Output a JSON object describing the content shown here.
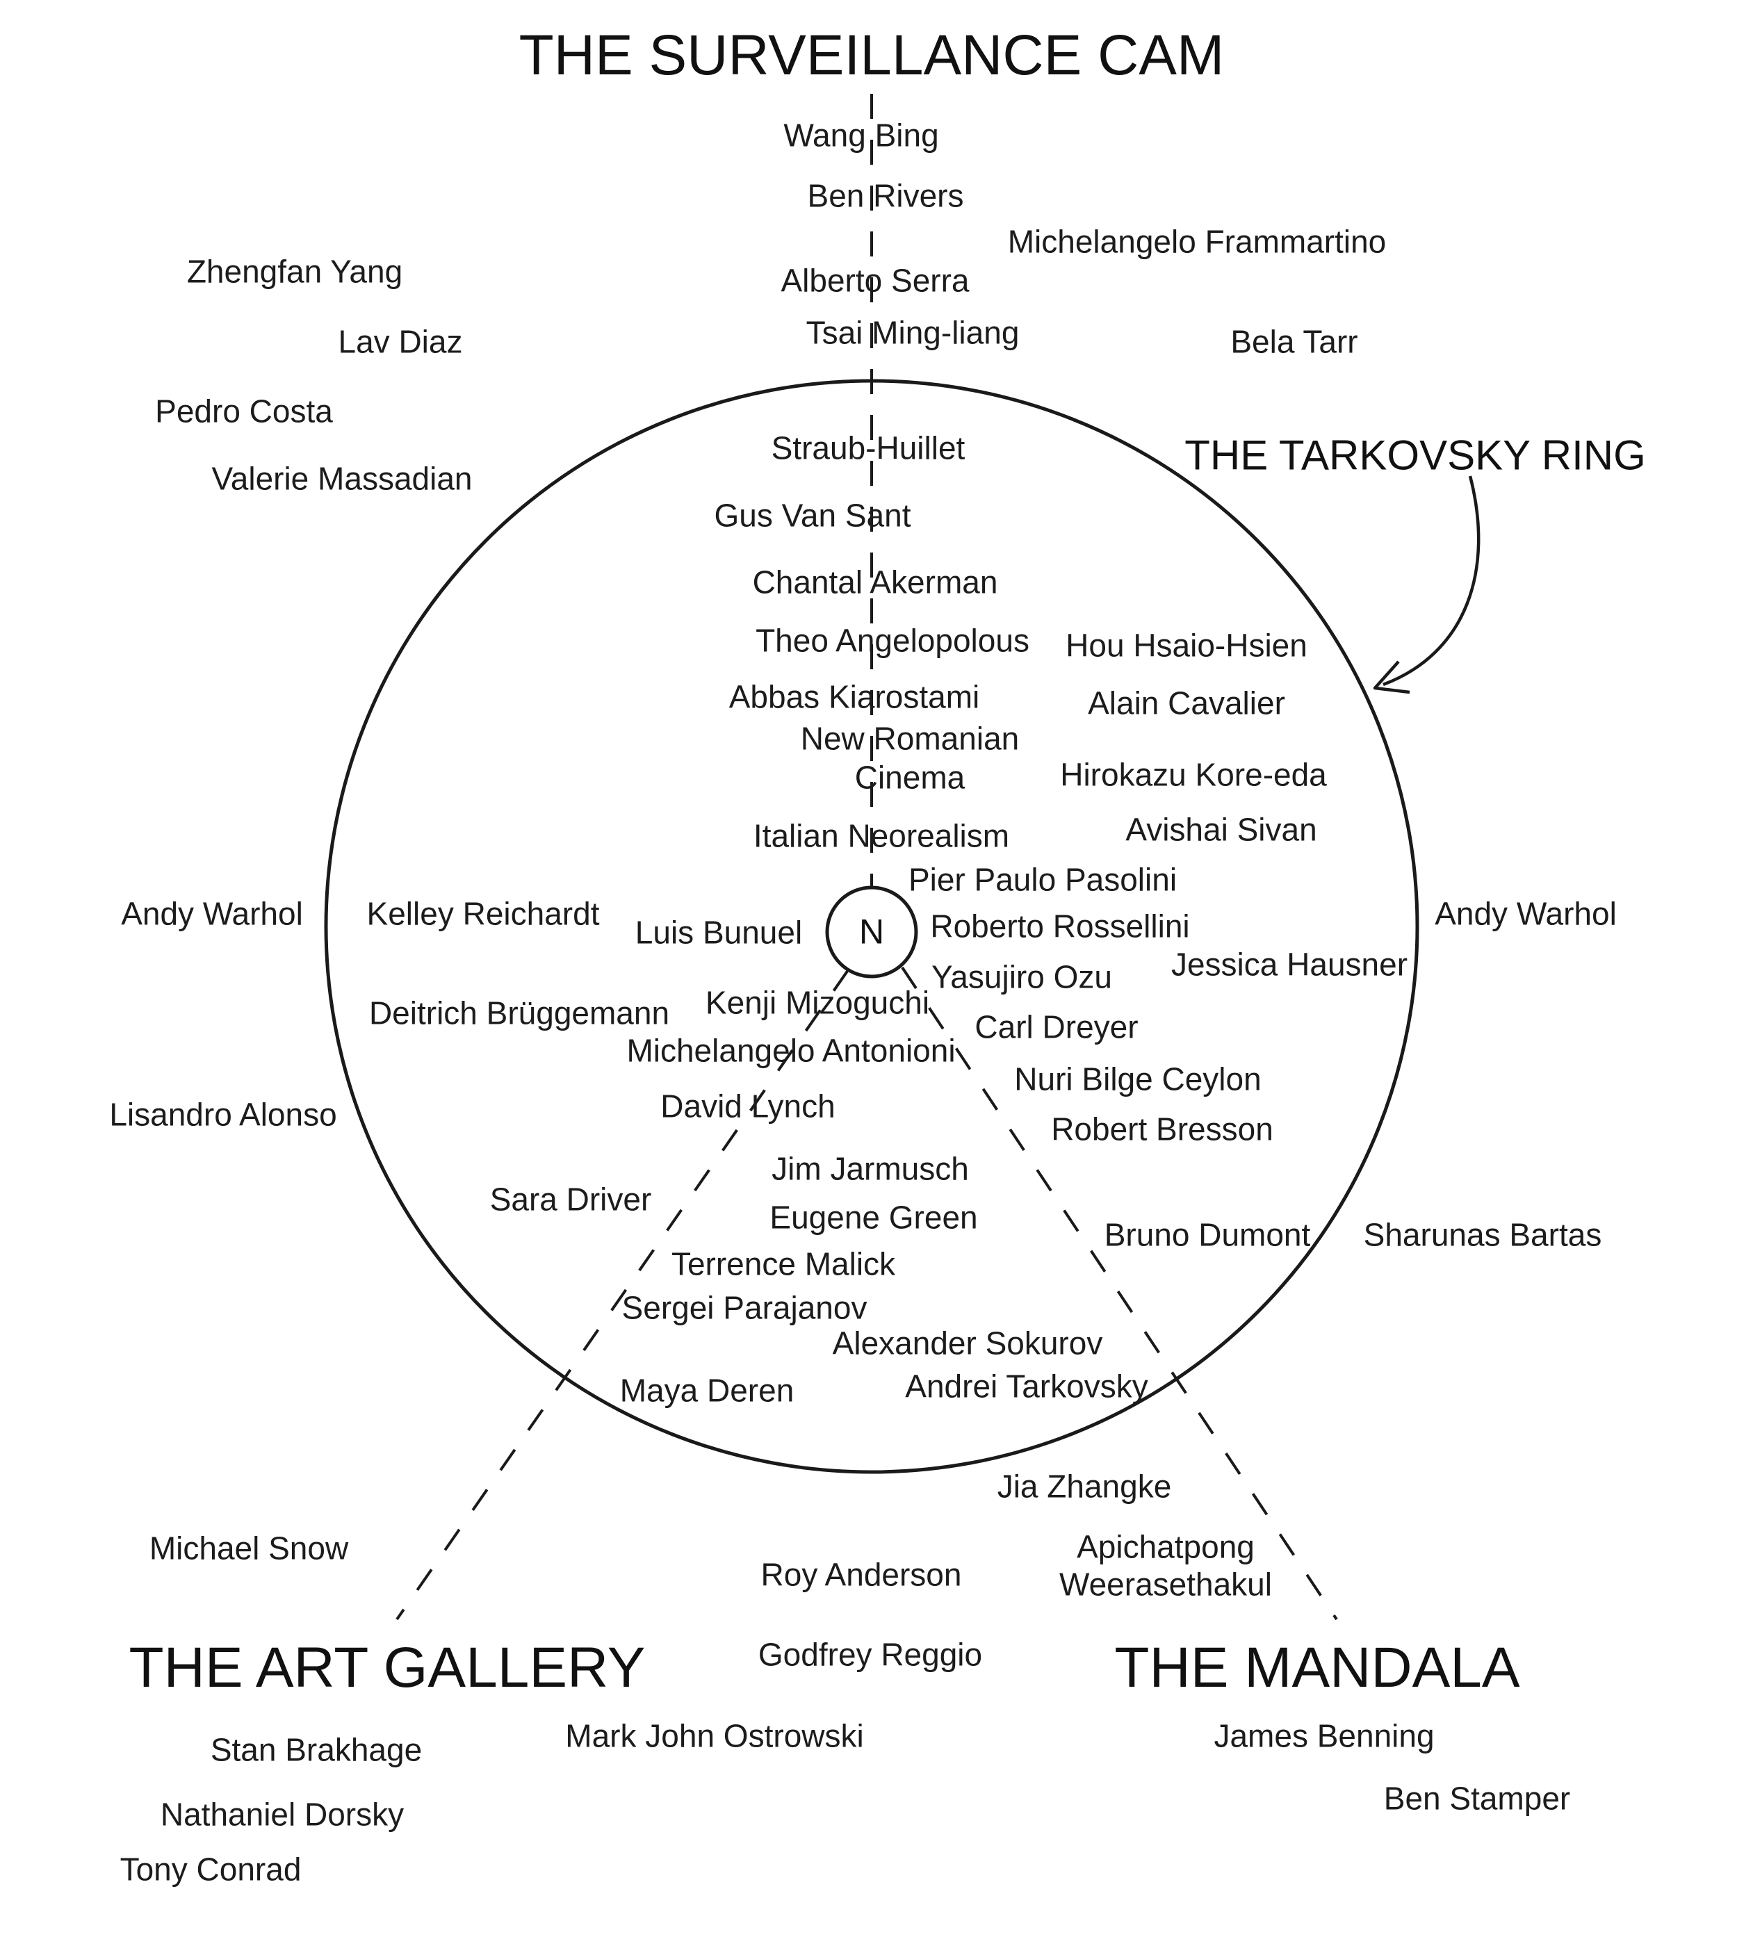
{
  "headings": {
    "surveillance": "THE SURVEILLANCE CAM",
    "tarkovsky": "THE TARKOVSKY RING",
    "art_gallery": "THE ART GALLERY",
    "mandala": "THE MANDALA"
  },
  "center_label": "N",
  "names": [
    "Wang Bing",
    "Ben Rivers",
    "Michelangelo Frammartino",
    "Zhengfan Yang",
    "Alberto Serra",
    "Tsai Ming-liang",
    "Lav Diaz",
    "Bela Tarr",
    "Pedro Costa",
    "Valerie Massadian",
    "Straub-Huillet",
    "Gus Van Sant",
    "Chantal Akerman",
    "Theo Angelopolous",
    "Hou Hsaio-Hsien",
    "Abbas Kiarostami",
    "Alain Cavalier",
    "New Romanian",
    "Cinema",
    "Hirokazu Kore-eda",
    "Italian Neorealism",
    "Avishai Sivan",
    "Pier Paulo Pasolini",
    "Andy Warhol",
    "Kelley Reichardt",
    "Luis Bunuel",
    "Roberto Rossellini",
    "Andy Warhol",
    "Jessica Hausner",
    "Yasujiro Ozu",
    "Deitrich Brüggemann",
    "Kenji Mizoguchi",
    "Carl Dreyer",
    "Michelangelo Antonioni",
    "Nuri Bilge Ceylon",
    "Lisandro Alonso",
    "David Lynch",
    "Robert Bresson",
    "Jim Jarmusch",
    "Sara Driver",
    "Eugene Green",
    "Bruno Dumont",
    "Sharunas Bartas",
    "Terrence Malick",
    "Sergei Parajanov",
    "Alexander Sokurov",
    "Maya Deren",
    "Andrei Tarkovsky",
    "Jia Zhangke",
    "Michael Snow",
    "Apichatpong",
    "Roy Anderson",
    "Weerasethakul",
    "Godfrey Reggio",
    "Mark John Ostrowski",
    "Stan Brakhage",
    "James Benning",
    "Ben Stamper",
    "Nathaniel Dorsky",
    "Tony Conrad"
  ]
}
